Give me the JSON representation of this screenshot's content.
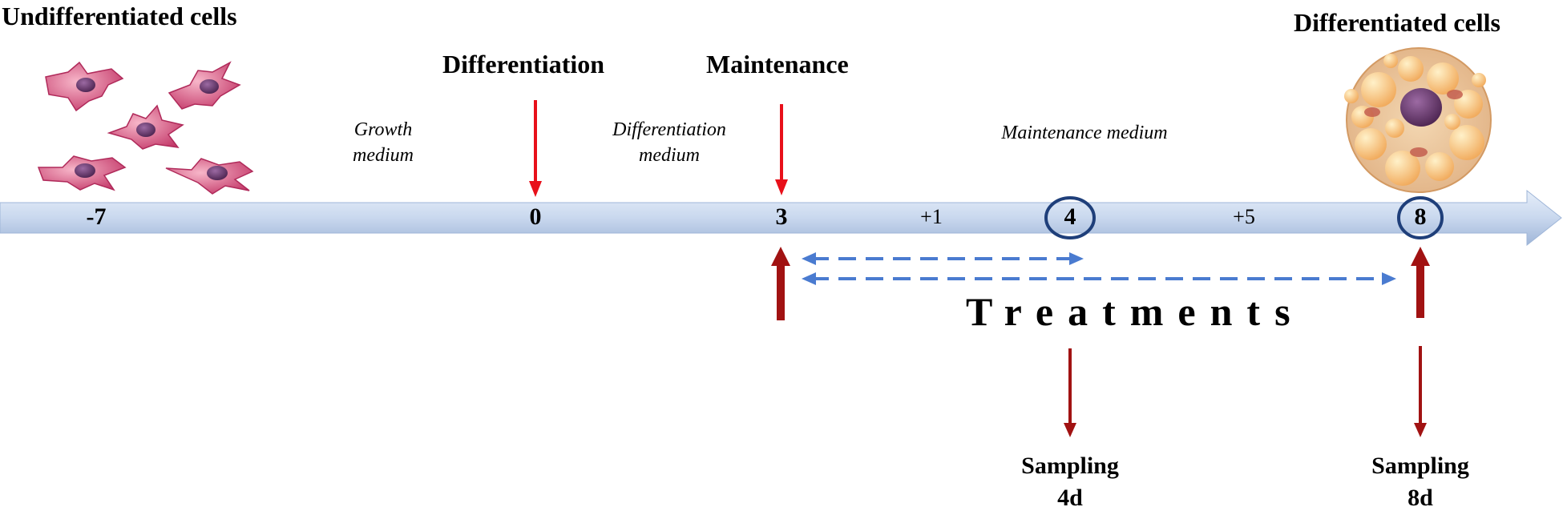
{
  "headings": {
    "undifferentiated": "Undifferentiated cells",
    "differentiated": "Differentiated cells",
    "differentiation": "Differentiation",
    "maintenance": "Maintenance"
  },
  "media": {
    "growth": "Growth\nmedium",
    "differentiation": "Differentiation\nmedium",
    "maintenance": "Maintenance medium"
  },
  "timeline": {
    "ticks": [
      "-7",
      "0",
      "3",
      "4",
      "8"
    ],
    "intervals": [
      "+1",
      "+5"
    ]
  },
  "treatments": "Treatments",
  "sampling": {
    "s4": "Sampling\n4d",
    "s8": "Sampling\n8d"
  },
  "colors": {
    "axis_fill": "#c8d8ef",
    "red_arrow": "#e8101a",
    "dark_red_arrow": "#a11212",
    "dashed_blue": "#4a7bd0",
    "circle_stroke": "#1f3f7a",
    "cell_pink": "#d84d7e",
    "nucleus": "#6b3a6e"
  }
}
